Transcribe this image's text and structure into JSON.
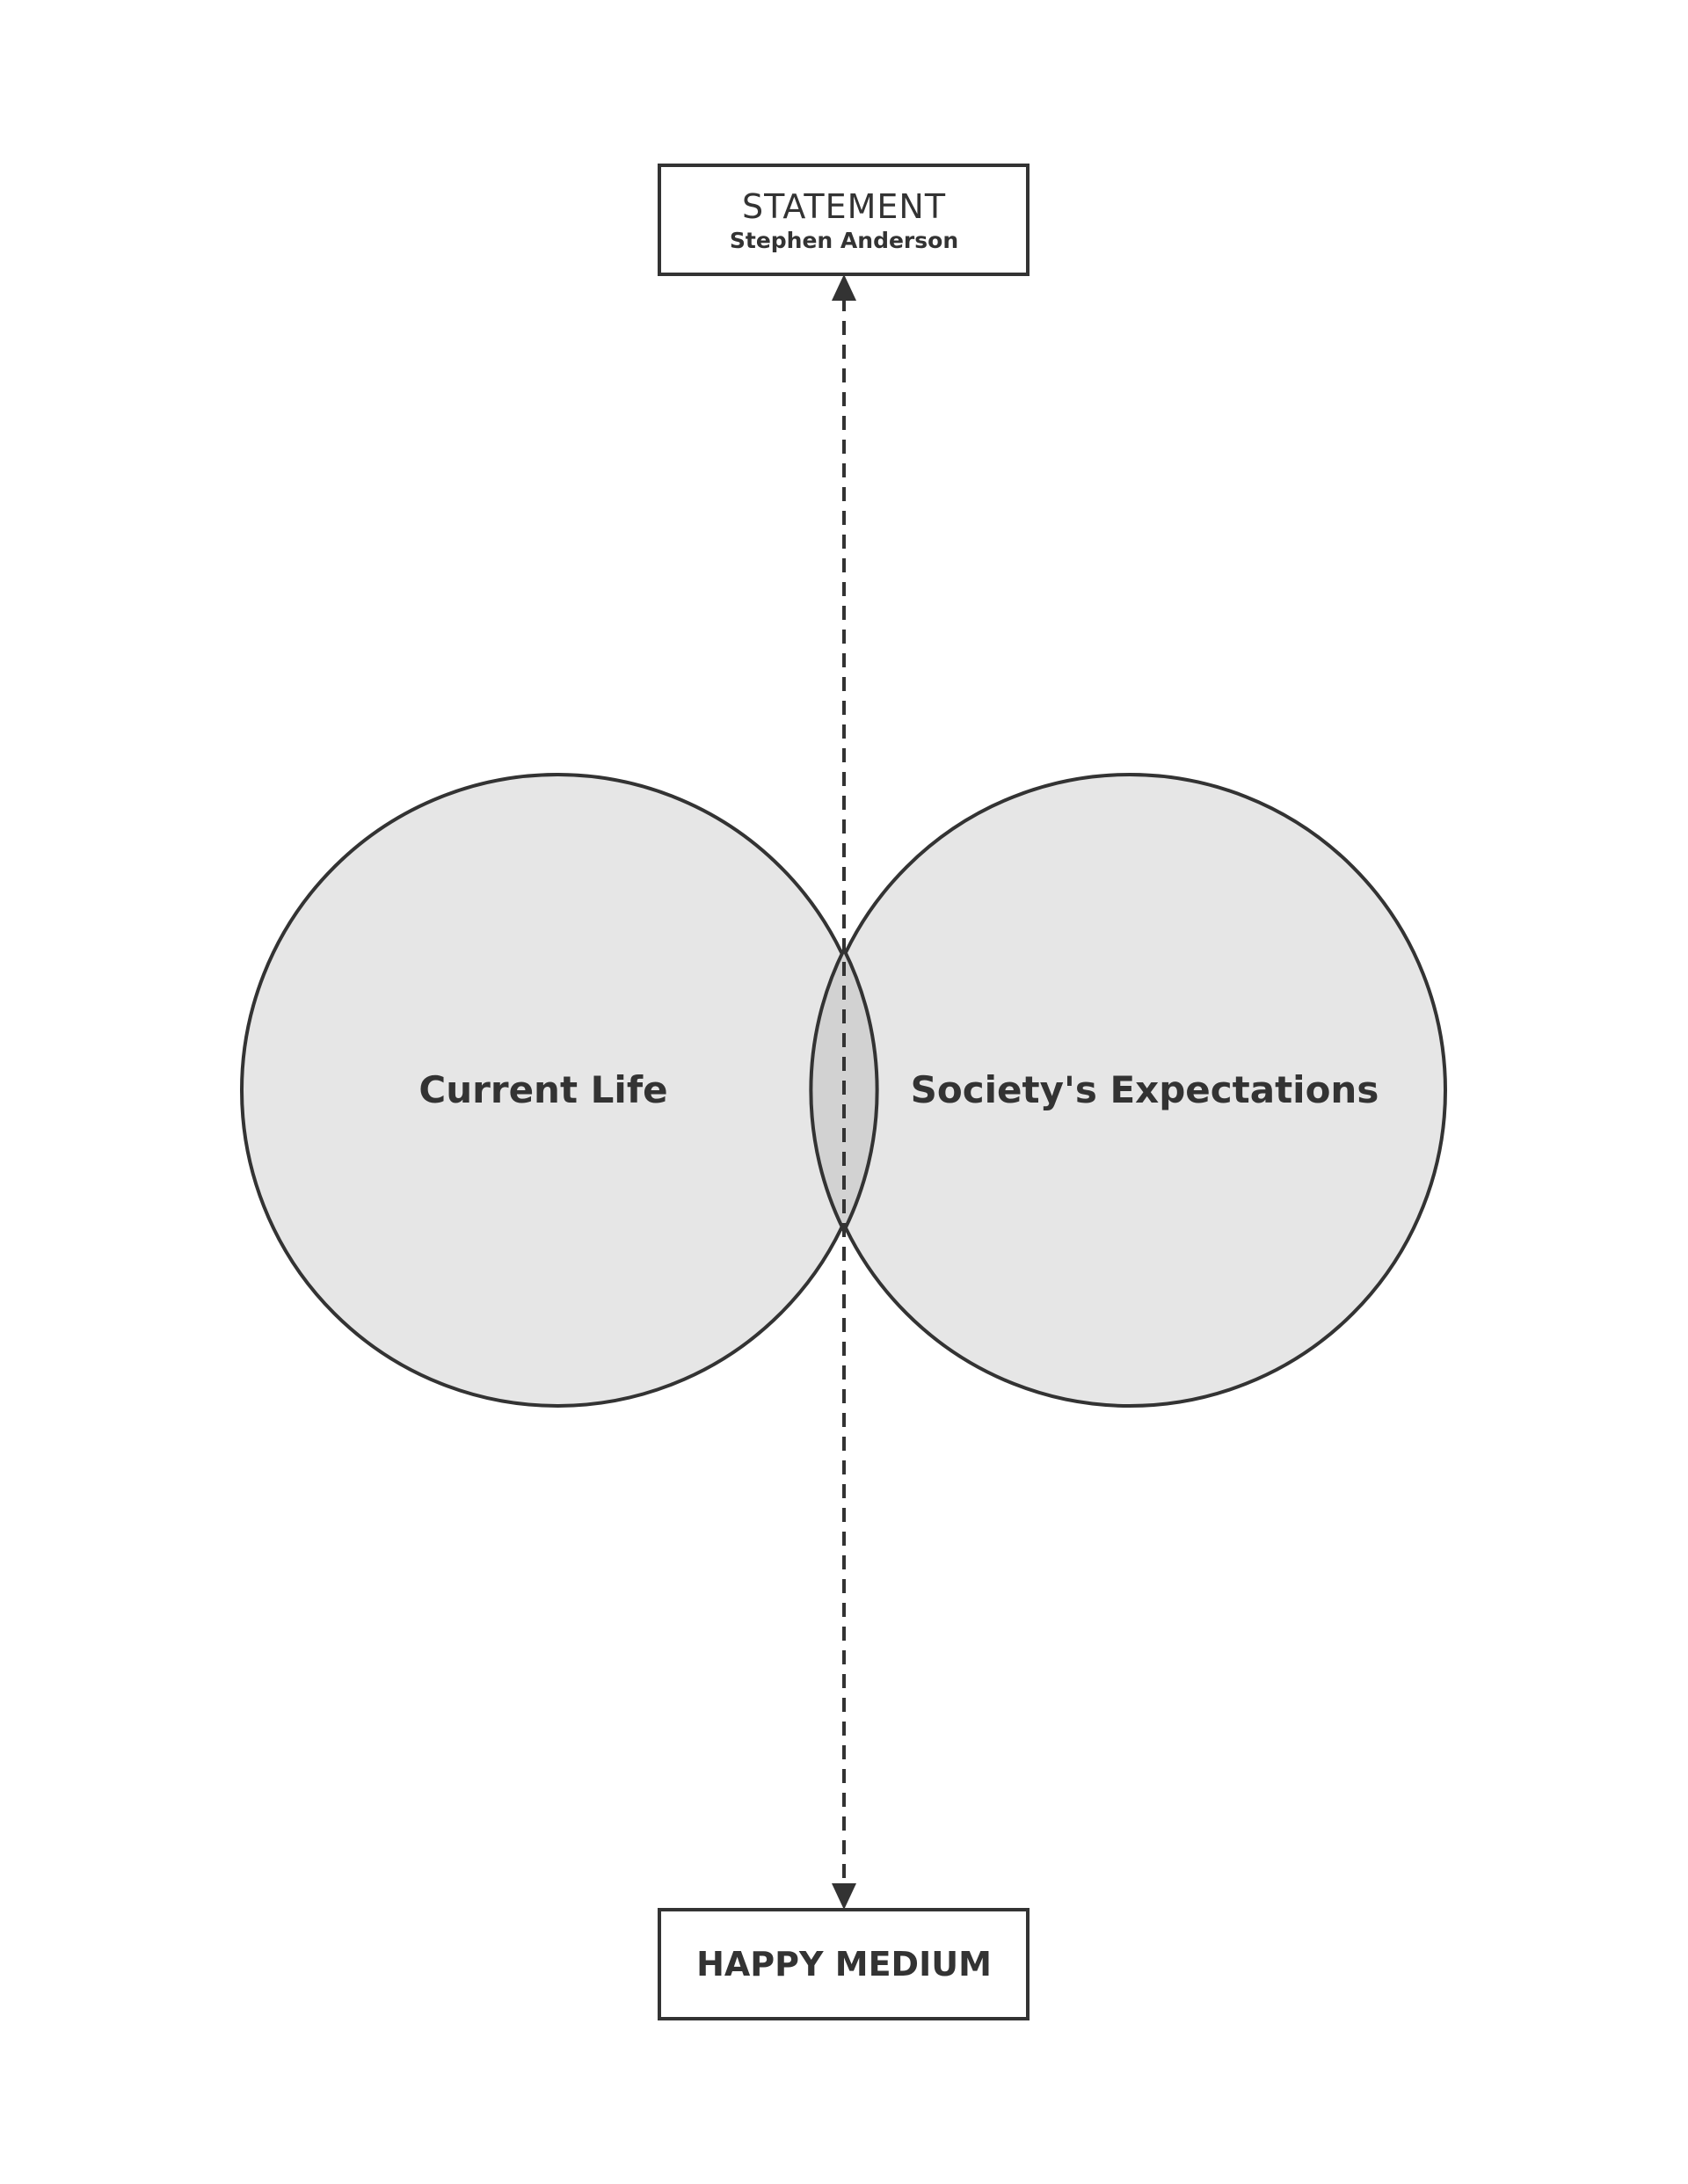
{
  "top_box": {
    "title": "STATEMENT",
    "subtitle": "Stephen Anderson"
  },
  "bottom_box": {
    "title": "HAPPY MEDIUM"
  },
  "venn": {
    "left_label": "Current Life",
    "right_label": "Society's Expectations"
  },
  "colors": {
    "stroke": "#333333",
    "circle_fill": "#e6e6e6",
    "overlap_fill": "#d2d2d2"
  }
}
